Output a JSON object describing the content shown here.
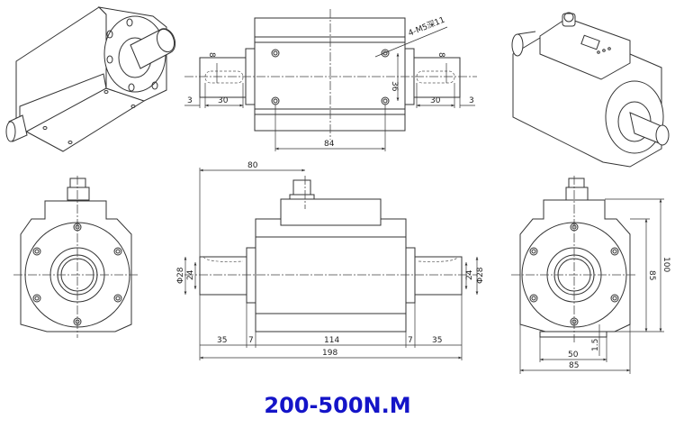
{
  "title": {
    "text": "200-500N.M",
    "color": "#1414c8"
  },
  "views": {
    "iso_left": {
      "label": "isometric view (left)"
    },
    "iso_right": {
      "label": "isometric view (right, with display)"
    },
    "top": {
      "callout": "4-M5深11",
      "dims": {
        "key_width_left": "8",
        "key_width_right": "8",
        "offset_left": "3",
        "key_len_left": "30",
        "key_len_right": "30",
        "offset_right": "3",
        "hole_spacing_v": "36",
        "hole_spacing_h": "84"
      }
    },
    "front": {
      "dims": {
        "connector_offset": "80",
        "shaft_dia_left": "Φ28",
        "key_left": "24",
        "shaft_dia_right": "Φ28",
        "key_right": "24",
        "shaft_len_left": "35",
        "flange_left": "7",
        "body_len": "114",
        "flange_right": "7",
        "shaft_len_right": "35",
        "overall": "198"
      }
    },
    "end_left": {
      "label": "end view (left)"
    },
    "end_right": {
      "dims": {
        "height_total": "100",
        "height_body": "85",
        "base_width": "50",
        "base_offset": "1.5",
        "width": "85"
      }
    }
  },
  "colors": {
    "line": "#333333",
    "title": "#1414c8",
    "background": "#ffffff"
  }
}
